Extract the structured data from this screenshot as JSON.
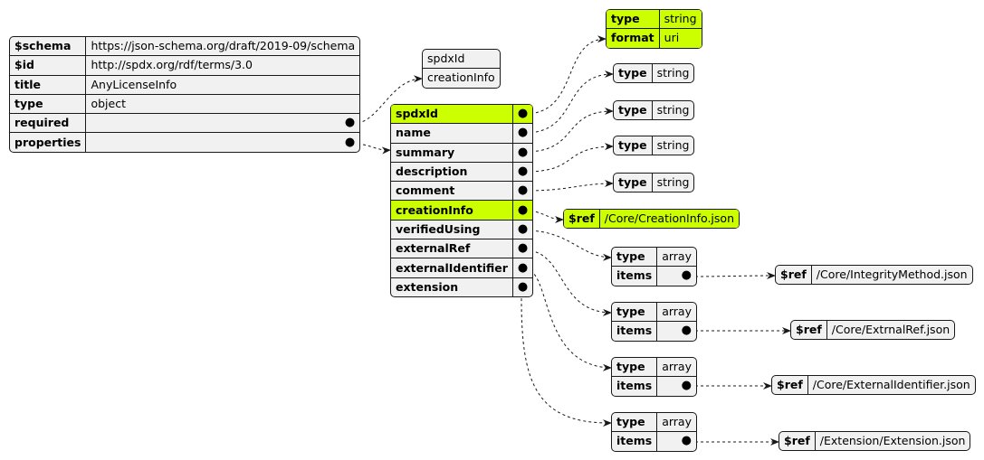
{
  "colors": {
    "highlight": "#ccff00",
    "box_fill": "#f1f1f1",
    "line": "#181818"
  },
  "icons": {
    "connector": "filled-dot"
  },
  "root": {
    "schema_key": "$schema",
    "schema_value": "https://json-schema.org/draft/2019-09/schema",
    "id_key": "$id",
    "id_value": "http://spdx.org/rdf/terms/3.0",
    "title_key": "title",
    "title_value": "AnyLicenseInfo",
    "type_key": "type",
    "type_value": "object",
    "required_key": "required",
    "properties_key": "properties"
  },
  "required_list": [
    "spdxId",
    "creationInfo"
  ],
  "properties": [
    "spdxId",
    "name",
    "summary",
    "description",
    "comment",
    "creationInfo",
    "verifiedUsing",
    "externalRef",
    "externalIdentifier",
    "extension"
  ],
  "spdxid_schema": {
    "type_key": "type",
    "type_value": "string",
    "format_key": "format",
    "format_value": "uri"
  },
  "string_schema": {
    "type_key": "type",
    "type_value": "string"
  },
  "creationinfo_ref": {
    "key": "$ref",
    "value": "/Core/CreationInfo.json"
  },
  "array_schema": {
    "type_key": "type",
    "type_value": "array",
    "items_key": "items"
  },
  "refs": {
    "verified_using": {
      "key": "$ref",
      "value": "/Core/IntegrityMethod.json"
    },
    "external_ref": {
      "key": "$ref",
      "value": "/Core/ExtrnalRef.json"
    },
    "external_identifier": {
      "key": "$ref",
      "value": "/Core/ExternalIdentifier.json"
    },
    "extension": {
      "key": "$ref",
      "value": "/Extension/Extension.json"
    }
  }
}
